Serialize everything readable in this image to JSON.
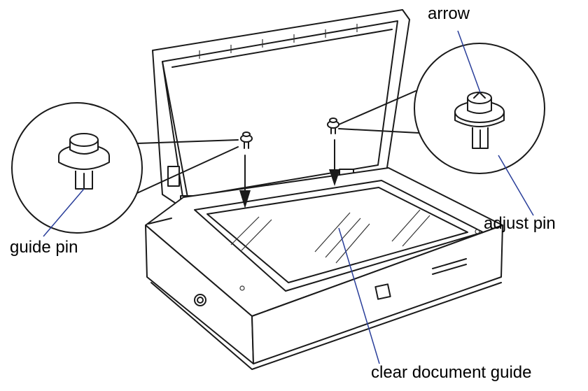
{
  "labels": {
    "arrow": "arrow",
    "adjust_pin": "adjust pin",
    "guide_pin": "guide pin",
    "clear_document_guide": "clear document guide"
  },
  "colors": {
    "ink": "#1a1a1a",
    "leader": "#2a3f9a",
    "background": "#ffffff"
  }
}
